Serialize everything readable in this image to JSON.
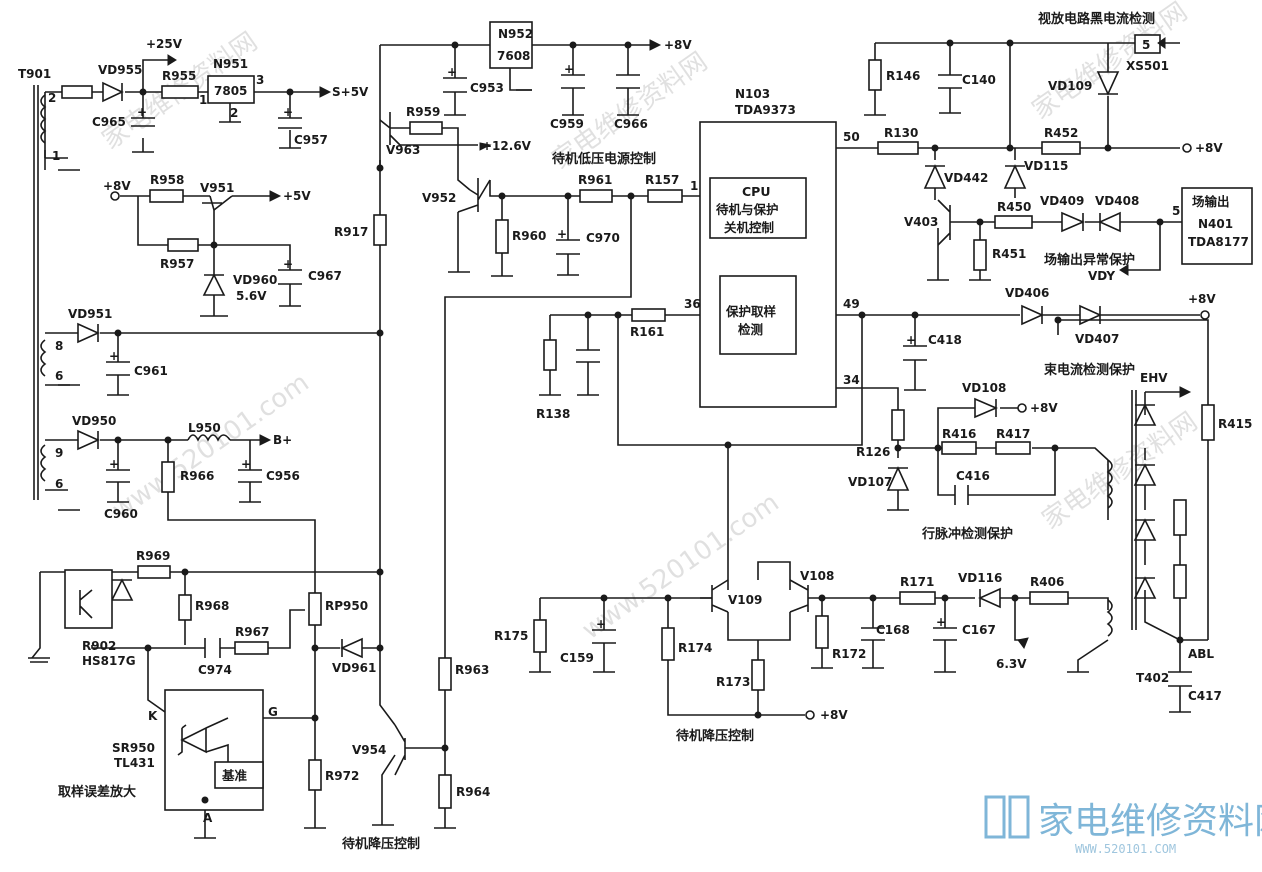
{
  "watermark": {
    "cn": "家电维修资料网",
    "url": "www.520101.com"
  },
  "logo": {
    "cn": "家电维修资料网",
    "url": "WWW.520101.COM"
  },
  "transformers": {
    "t901": "T901",
    "t402": "T402"
  },
  "ic": {
    "n951": "N951",
    "n951_part": "7805",
    "n952": "N952",
    "n952_part": "7608",
    "n103": "N103",
    "n103_part": "TDA9373",
    "cpu_l1": "CPU",
    "cpu_l2": "待机与保护",
    "cpu_l3": "关机控制",
    "prot_l1": "保护取样",
    "prot_l2": "检测",
    "n401_l1": "场输出",
    "n401_l2": "N401",
    "n401_l3": "TDA8177",
    "sr950": "SR950",
    "tl431": "TL431",
    "ref": "基准",
    "hs817": "HS817G"
  },
  "pins": {
    "p1": "1",
    "p2": "2",
    "p3": "3",
    "t1": "1",
    "t2": "2",
    "p8": "8",
    "p6a": "6",
    "p9": "9",
    "p6b": "6",
    "n103_1": "1",
    "n103_36": "36",
    "n103_49": "49",
    "n103_50": "50",
    "n103_34": "34",
    "n401_5": "5",
    "xs5": "5",
    "k": "K",
    "g": "G",
    "a": "A"
  },
  "rails": {
    "v25": "+25V",
    "s5": "S+5V",
    "v8a": "+8V",
    "v8b": "+8V",
    "v8c": "+8V",
    "v8d": "+8V",
    "v8e": "+8V",
    "v8f": "+8V",
    "v5": "+5V",
    "v126": "+12.6V",
    "bplus": "B+",
    "v56": "5.6V",
    "v63": "6.3V",
    "ehv": "EHV",
    "abl": "ABL",
    "vdy": "VDY",
    "xs501": "XS501"
  },
  "captions": {
    "standby_low_supply": "待机低压电源控制",
    "standby_down_a": "待机降压控制",
    "standby_down_b": "待机降压控制",
    "sample_err_amp": "取样误差放大",
    "video_black_current": "视放电路黑电流检测",
    "field_out_protect": "场输出异常保护",
    "beam_current_protect": "束电流检测保护",
    "line_pulse_protect": "行脉冲检测保护"
  },
  "resistors": {
    "r955": "R955",
    "r958": "R958",
    "r957": "R957",
    "r959": "R959",
    "r917": "R917",
    "r961": "R961",
    "r157": "R157",
    "r960": "R960",
    "r146": "R146",
    "r130": "R130",
    "r452": "R452",
    "r450": "R450",
    "r451": "R451",
    "r161": "R161",
    "r138": "R138",
    "r126": "R126",
    "r416": "R416",
    "r417": "R417",
    "r415": "R415",
    "r966": "R966",
    "r969": "R969",
    "r968": "R968",
    "r967": "R967",
    "rp950": "RP950",
    "r902": "R902",
    "r963": "R963",
    "r972": "R972",
    "r964": "R964",
    "r175": "R175",
    "r174": "R174",
    "r173": "R173",
    "r172": "R172",
    "r171": "R171",
    "r406": "R406"
  },
  "capacitors": {
    "c965": "C965",
    "c957": "C957",
    "c953": "C953",
    "c959": "C959",
    "c966": "C966",
    "c967": "C967",
    "c970": "C970",
    "c140": "C140",
    "c961": "C961",
    "c418": "C418",
    "c960": "C960",
    "c956": "C956",
    "c416": "C416",
    "c974": "C974",
    "c159": "C159",
    "c168": "C168",
    "c167": "C167",
    "c417": "C417"
  },
  "diodes": {
    "vd955": "VD955",
    "vd960": "VD960",
    "vd951": "VD951",
    "vd950": "VD950",
    "vd961": "VD961",
    "vd109": "VD109",
    "vd442": "VD442",
    "vd115": "VD115",
    "vd409": "VD409",
    "vd408": "VD408",
    "vd406": "VD406",
    "vd407": "VD407",
    "vd108": "VD108",
    "vd107": "VD107",
    "vd116": "VD116"
  },
  "transistors": {
    "v951": "V951",
    "v963": "V963",
    "v952": "V952",
    "v403": "V403",
    "v954": "V954",
    "v109": "V109",
    "v108": "V108"
  },
  "inductors": {
    "l950": "L950"
  }
}
